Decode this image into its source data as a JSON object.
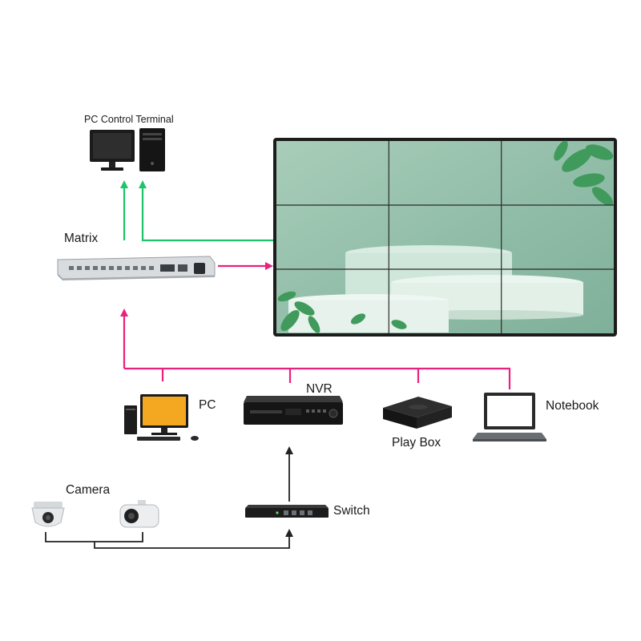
{
  "labels": {
    "pc_control_terminal": "PC Control Terminal",
    "matrix": "Matrix",
    "pc": "PC",
    "nvr": "NVR",
    "play_box": "Play Box",
    "notebook": "Notebook",
    "camera": "Camera",
    "switch": "Switch"
  },
  "colors": {
    "green_link": "#1ec46a",
    "magenta_link": "#e8227e",
    "black_link": "#222222",
    "wall_background": "#8fbca8",
    "monitor_screen_accent": "#f4a821",
    "leaf": "#3f9a5c"
  },
  "video_wall": {
    "rows": 3,
    "columns": 3
  },
  "icons": [
    "desktop-computer-icon",
    "rack-matrix-icon",
    "video-wall-icon",
    "desktop-computer-icon",
    "nvr-recorder-icon",
    "tv-box-icon",
    "laptop-icon",
    "dome-camera-icon",
    "bullet-camera-icon",
    "network-switch-icon"
  ]
}
